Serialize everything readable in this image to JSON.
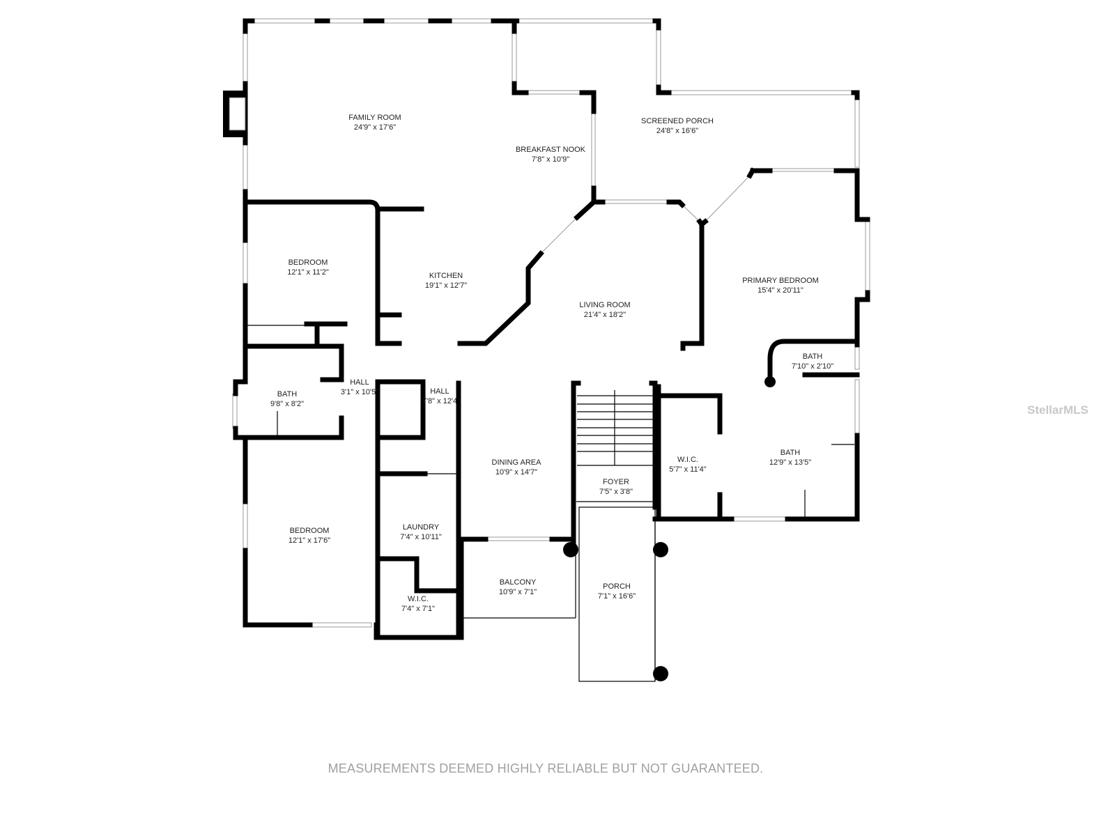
{
  "rooms": [
    {
      "name": "FAMILY ROOM",
      "dims": "24'9\" x 17'6\""
    },
    {
      "name": "BREAKFAST NOOK",
      "dims": "7'8\" x 10'9\""
    },
    {
      "name": "SCREENED PORCH",
      "dims": "24'8\" x 16'6\""
    },
    {
      "name": "BEDROOM",
      "dims": "12'1\" x 11'2\""
    },
    {
      "name": "KITCHEN",
      "dims": "19'1\" x 12'7\""
    },
    {
      "name": "LIVING ROOM",
      "dims": "21'4\" x 18'2\""
    },
    {
      "name": "PRIMARY BEDROOM",
      "dims": "15'4\" x 20'11\""
    },
    {
      "name": "BATH",
      "dims": "7'10\" x 2'10\""
    },
    {
      "name": "BATH",
      "dims": "9'8\" x 8'2\""
    },
    {
      "name": "HALL",
      "dims": "3'1\" x 10'5\""
    },
    {
      "name": "HALL",
      "dims": "7'8\" x 12'4"
    },
    {
      "name": "DINING AREA",
      "dims": "10'9\" x 14'7\""
    },
    {
      "name": "FOYER",
      "dims": "7'5\" x 3'8\""
    },
    {
      "name": "W.I.C.",
      "dims": "5'7\" x 11'4\""
    },
    {
      "name": "BATH",
      "dims": "12'9\" x 13'5\""
    },
    {
      "name": "BEDROOM",
      "dims": "12'1\" x 17'6\""
    },
    {
      "name": "LAUNDRY",
      "dims": "7'4\" x 10'11\""
    },
    {
      "name": "BALCONY",
      "dims": "10'9\" x 7'1\""
    },
    {
      "name": "PORCH",
      "dims": "7'1\" x 16'6\""
    },
    {
      "name": "W.I.C.",
      "dims": "7'4\" x 7'1\""
    }
  ],
  "footer": "MEASUREMENTS DEEMED HIGHLY RELIABLE BUT NOT GUARANTEED.",
  "watermark": "StellarMLS"
}
